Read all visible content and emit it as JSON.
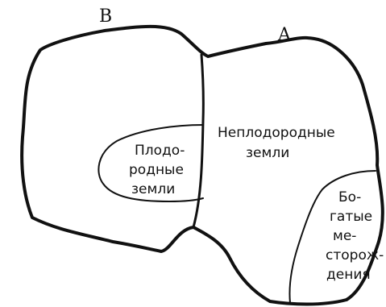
{
  "diagram": {
    "labels": {
      "country_b": "B",
      "country_a": "A"
    },
    "regions": {
      "infertile": [
        "Неплодородные",
        "земли"
      ],
      "fertile": [
        "Плодо-",
        "родные",
        "земли"
      ],
      "deposits": [
        "Бо-",
        "гатые",
        "ме-",
        "сторож-",
        "дения"
      ]
    }
  }
}
